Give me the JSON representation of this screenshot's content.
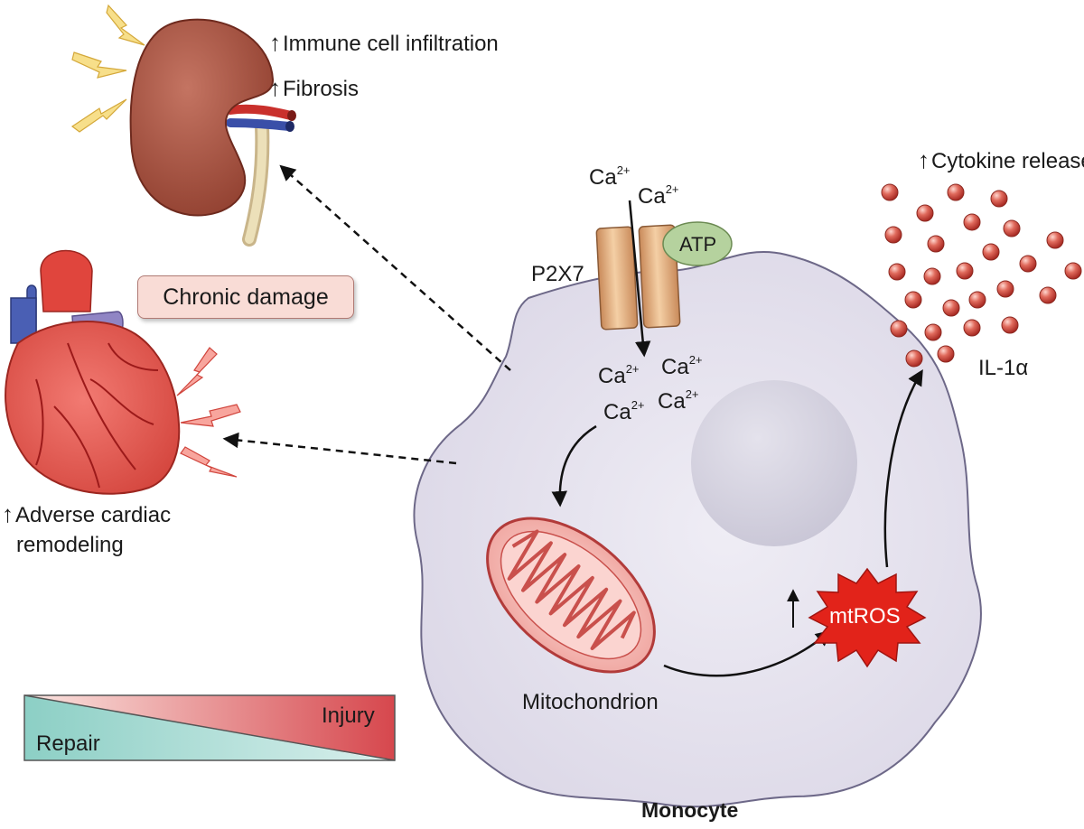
{
  "labels": {
    "immune_infiltration": "Immune cell infiltration",
    "fibrosis": "Fibrosis",
    "chronic_damage": "Chronic damage",
    "cardiac_1": "Adverse cardiac",
    "cardiac_2": "remodeling",
    "cytokine_release": "Cytokine release",
    "p2x7": "P2X7",
    "atp": "ATP",
    "ca": "Ca",
    "ca_charge": "2+",
    "il1a": "IL-1α",
    "mtros": "mtROS",
    "mitochondrion": "Mitochondrion",
    "monocyte": "Monocyte",
    "repair": "Repair",
    "injury": "Injury",
    "up_arrow": "↑"
  },
  "colors": {
    "cell_fill": "#e6e3ee",
    "cell_stroke": "#6d6888",
    "channel": "#e9b98b",
    "atp_fill": "#b5d29e",
    "mtros": "#e2231a",
    "mito": "#f2a8a4",
    "repair": "#9fd6cf",
    "injury": "#d9555a",
    "cytokine": "#d9493d"
  }
}
